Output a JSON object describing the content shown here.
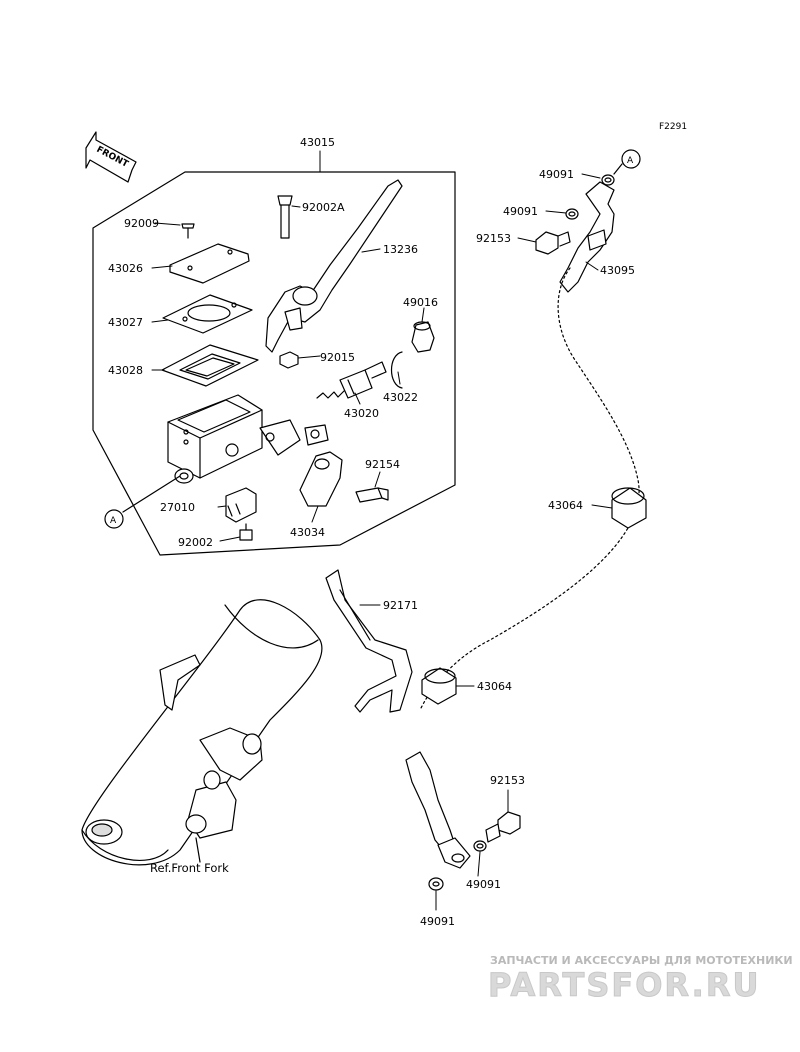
{
  "diagram_code": "F2291",
  "front_label": "FRONT",
  "ref_label": "Ref.Front Fork",
  "ref_marker": "A",
  "parts": {
    "p43015": "43015",
    "p92009": "92009",
    "p92002A": "92002A",
    "p13236": "13236",
    "p43026": "43026",
    "p43027": "43027",
    "p49016": "49016",
    "p43028": "43028",
    "p92015": "92015",
    "p43022": "43022",
    "p43020": "43020",
    "p92154": "92154",
    "p27010": "27010",
    "p43034": "43034",
    "p92002": "92002",
    "p49091_a": "49091",
    "p49091_b": "49091",
    "p92153_a": "92153",
    "p43095": "43095",
    "p43064_a": "43064",
    "p92171": "92171",
    "p43064_b": "43064",
    "p92153_b": "92153",
    "p49091_c": "49091",
    "p49091_d": "49091"
  },
  "watermark": {
    "tagline": "ЗАПЧАСТИ И АКСЕССУАРЫ ДЛЯ МОТОТЕХНИКИ",
    "logo": "PARTSFOR.RU"
  }
}
